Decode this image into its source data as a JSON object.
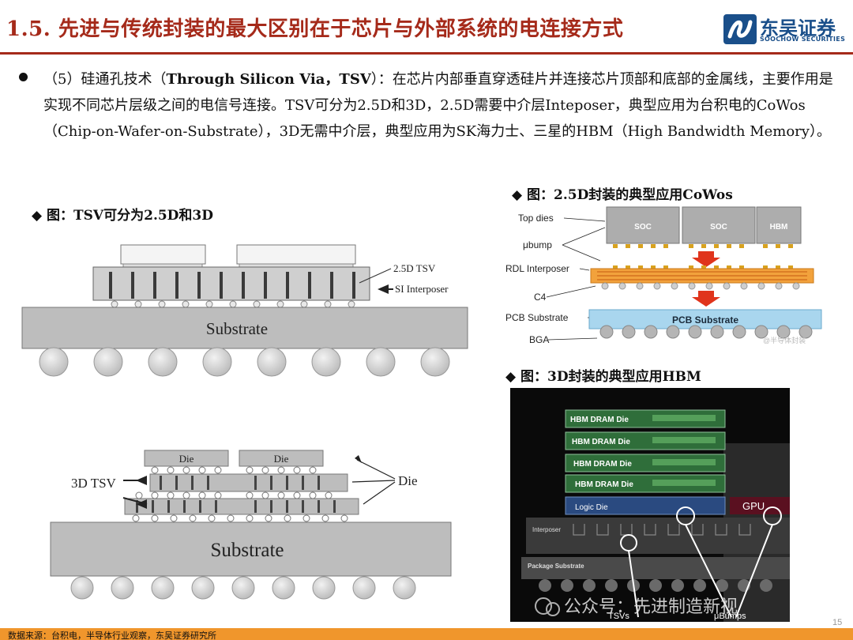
{
  "header": {
    "title": "1.5. 先进与传统封装的最大区别在于芯片与外部系统的电连接方式",
    "logo_cn": "东吴证券",
    "logo_en": "SOOCHOW SECURITIES"
  },
  "bullet": {
    "lead": "（5）硅通孔技术（",
    "bold_term": "Through Silicon Via，TSV",
    "rest": "）：在芯片内部垂直穿透硅片并连接芯片顶部和底部的金属线，主要作用是实现不同芯片层级之间的电信号连接。TSV可分为2.5D和3D，2.5D需要中介层Inteposer，典型应用为台积电的CoWos（Chip-on-Wafer-on-Substrate），3D无需中介层，典型应用为SK海力士、三星的HBM（High Bandwidth Memory）。"
  },
  "captions": {
    "left": "◆ 图：TSV可分为2.5D和3D",
    "right_top": "◆ 图：2.5D封装的典型应用CoWos",
    "right_bottom": "◆ 图：3D封装的典型应用HBM"
  },
  "tsv_fig": {
    "label_25d": "2.5D TSV",
    "label_si": "SI Interposer",
    "substrate_top": "Substrate",
    "die1": "Die",
    "die2": "Die",
    "label_3d": "3D TSV",
    "label_die": "Die",
    "substrate_bottom": "Substrate"
  },
  "cowos_fig": {
    "top_dies": "Top dies",
    "ubump": "μbump",
    "rdl": "RDL Interposer",
    "c4": "C4",
    "pcb": "PCB Substrate",
    "bga": "BGA",
    "soc1": "SOC",
    "soc2": "SOC",
    "hbm": "HBM",
    "pcb_box": "PCB Substrate",
    "watermark": "@半导体封装"
  },
  "hbm_fig": {
    "dram1": "HBM DRAM Die",
    "dram2": "HBM DRAM Die",
    "dram3": "HBM DRAM Die",
    "dram4": "HBM DRAM Die",
    "logic": "Logic Die",
    "gpu": "GPU",
    "interposer": "Interposer",
    "pkg": "Package Substrate",
    "tsvs": "TSVs",
    "ubumps": "μBumps",
    "watermark": "公众号：先进制造新视"
  },
  "footer": {
    "source": "数据来源：台积电，半导体行业观察，东吴证券研究所",
    "page": "15"
  },
  "colors": {
    "title_red": "#a52a1a",
    "brand_blue": "#1a4f8a",
    "footer_orange": "#f0962c",
    "interposer_orange": "#f2a23c",
    "arrow_red": "#e0341c",
    "pcb_blue": "#a9d6ee"
  }
}
